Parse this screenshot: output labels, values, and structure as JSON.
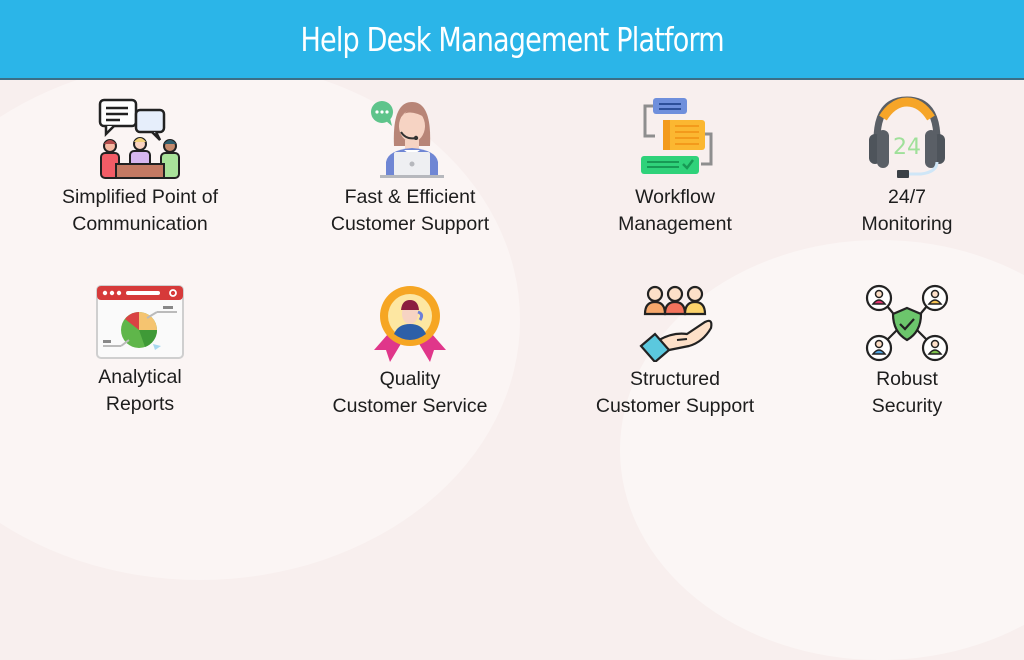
{
  "header": {
    "title": "Help Desk Management Platform",
    "background_color": "#2bb5e8"
  },
  "features": [
    {
      "line1": "Simplified Point of",
      "line2": "Communication",
      "icon": "team-chat-icon"
    },
    {
      "line1": "Fast & Efficient",
      "line2": "Customer Support",
      "icon": "support-agent-icon"
    },
    {
      "line1": "Workflow",
      "line2": "Management",
      "icon": "workflow-icon"
    },
    {
      "line1": "24/7",
      "line2": "Monitoring",
      "icon": "headset-24-icon",
      "icon_text": "24"
    },
    {
      "line1": "Analytical",
      "line2": "Reports",
      "icon": "analytics-report-icon"
    },
    {
      "line1": "Quality",
      "line2": "Customer Service",
      "icon": "quality-badge-icon"
    },
    {
      "line1": "Structured",
      "line2": "Customer Support",
      "icon": "hand-with-people-icon"
    },
    {
      "line1": "Robust",
      "line2": "Security",
      "icon": "security-shield-network-icon"
    }
  ]
}
